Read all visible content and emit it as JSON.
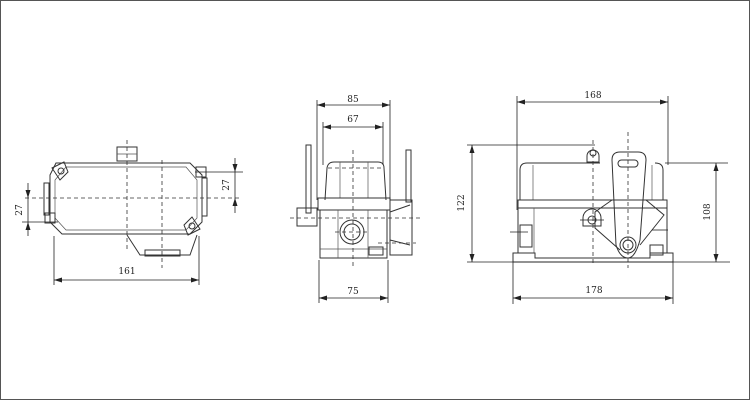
{
  "drawing": {
    "front_view": {
      "width_label": "161",
      "left_offset_label": "27",
      "right_offset_label": "27"
    },
    "side_view": {
      "top_outer_label": "85",
      "top_inner_label": "67",
      "base_label": "75"
    },
    "rear_view": {
      "top_width_label": "168",
      "base_width_label": "178",
      "total_height_label": "122",
      "body_height_label": "108"
    }
  }
}
